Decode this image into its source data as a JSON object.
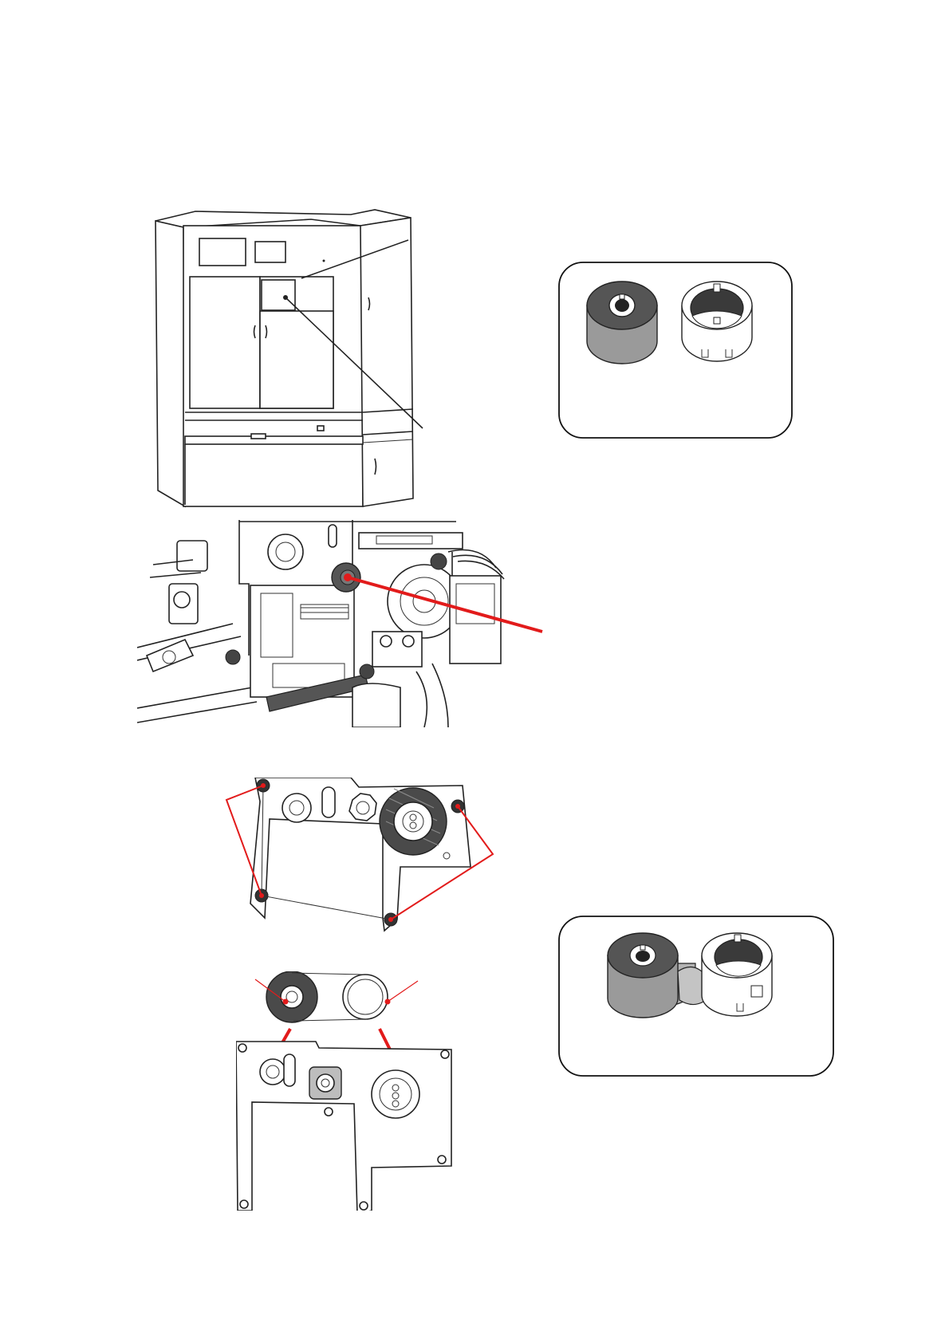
{
  "page": {
    "background": "#ffffff"
  },
  "colors": {
    "accent": "#e21b1b",
    "ink": "#222222",
    "ribbon": "#8c8c8c",
    "ribbon_dark": "#555555"
  },
  "figures": [
    {
      "id": "printer-cabinet",
      "icon": "printer-cabinet-illustration"
    },
    {
      "id": "ribbon-rolls-new",
      "icon": "ribbon-roll-and-core"
    },
    {
      "id": "ribbon-mechanism",
      "icon": "printer-ribbon-mechanism"
    },
    {
      "id": "ribbon-path",
      "icon": "ribbon-path-plate"
    },
    {
      "id": "ribbon-threaded",
      "icon": "ribbon-threaded-roll"
    },
    {
      "id": "ribbon-install",
      "icon": "ribbon-install-plate"
    }
  ]
}
